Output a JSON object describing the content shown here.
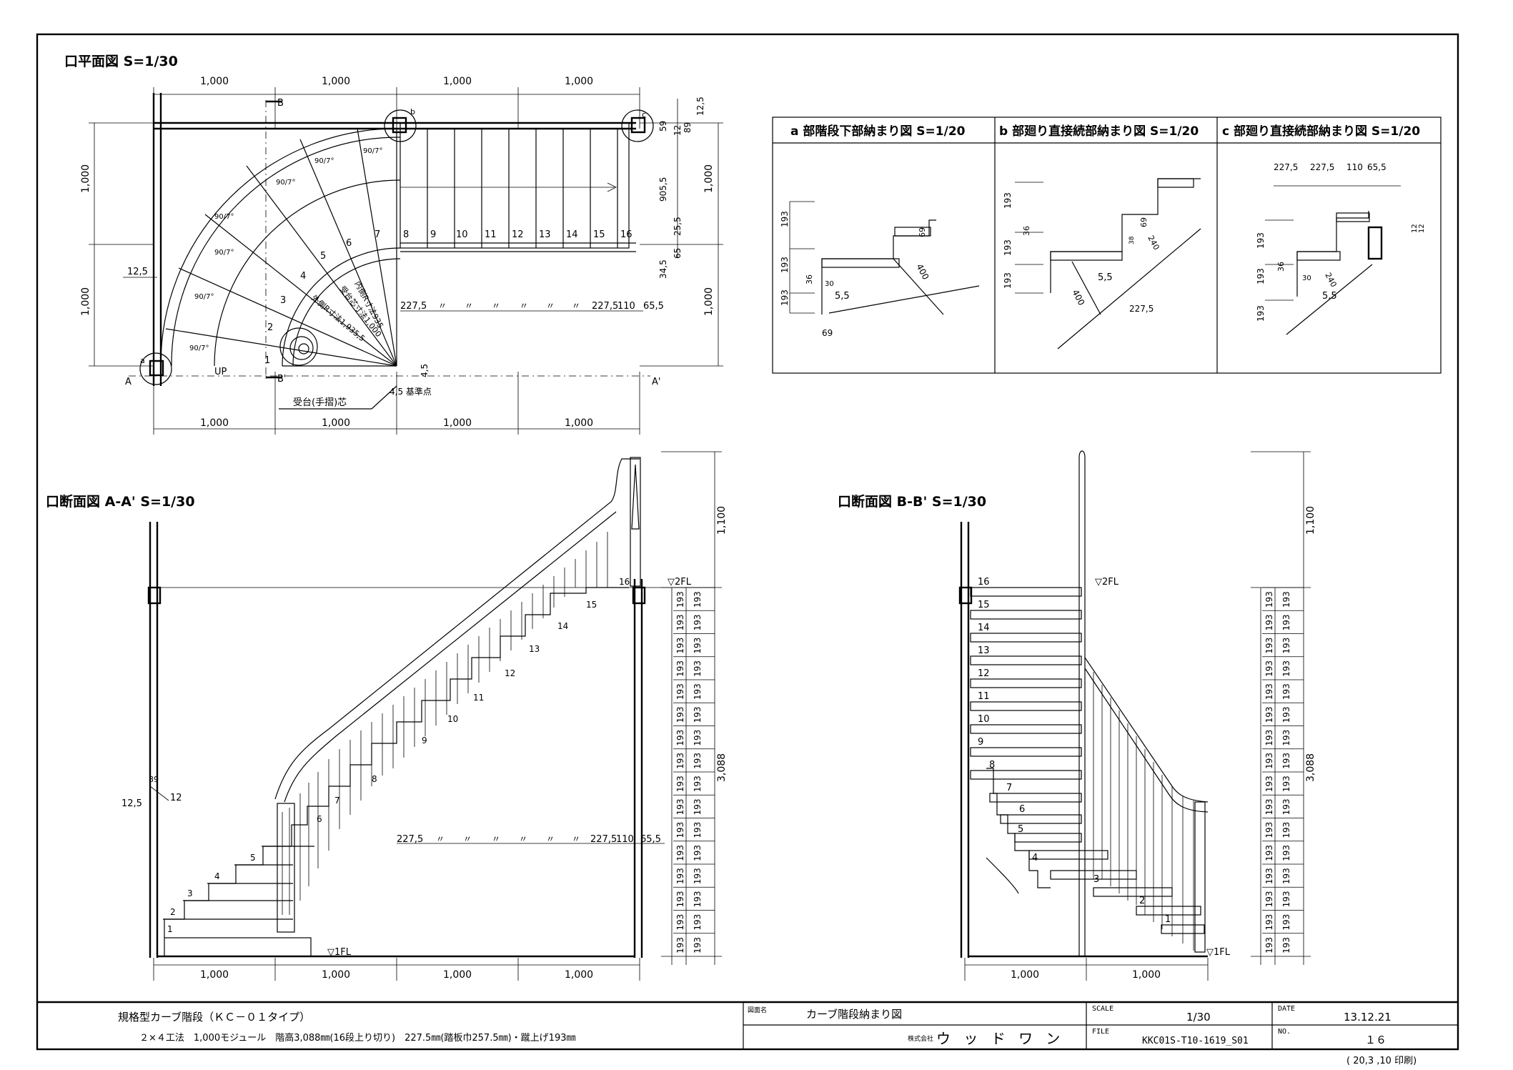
{
  "plan": {
    "title": "口平面図 S=1/30",
    "dims_top": [
      "1,000",
      "1,000",
      "1,000",
      "1,000"
    ],
    "dims_bottom": [
      "1,000",
      "1,000",
      "1,000",
      "1,000"
    ],
    "dims_left": [
      "1,000",
      "1,000"
    ],
    "dims_right": [
      "1,000",
      "1,000"
    ],
    "right_small": [
      "12,5",
      "89",
      "12",
      "59",
      "905,5",
      "25,5",
      "65",
      "34,5"
    ],
    "left_small": "12,5",
    "tread_row": [
      "227,5",
      "〃",
      "〃",
      "〃",
      "〃",
      "〃",
      "〃",
      "227,5",
      "110",
      "65,5"
    ],
    "step_numbers": [
      "1",
      "2",
      "3",
      "4",
      "5",
      "6",
      "7",
      "8",
      "9",
      "10",
      "11",
      "12",
      "13",
      "14",
      "15",
      "16"
    ],
    "winder_angle": "90/7°",
    "radius_labels": [
      "内側R寸法935",
      "受台芯寸法1,000",
      "外側R寸法1,935,5"
    ],
    "section_marks": [
      "A",
      "A'",
      "B",
      "B'"
    ],
    "callout_letters": [
      "a",
      "b",
      "c"
    ],
    "up_label": "UP",
    "dim_45": "4,5",
    "base_point": "4,5 基準点",
    "support_center": "受台(手摺)芯"
  },
  "details": {
    "a": {
      "title": "a 部階段下部納まり図 S=1/20",
      "labels": [
        "193",
        "193",
        "193",
        "36",
        "69",
        "400",
        "30",
        "5,5",
        "69"
      ]
    },
    "b": {
      "title": "b 部廻り直接続部納まり図 S=1/20",
      "labels": [
        "193",
        "36",
        "193",
        "193",
        "69",
        "240",
        "400",
        "5,5",
        "227,5",
        "38"
      ]
    },
    "c": {
      "title": "c 部廻り直接続部納まり図 S=1/20",
      "labels": [
        "227,5",
        "227,5",
        "110",
        "65,5",
        "193",
        "36",
        "193",
        "193",
        "240",
        "12",
        "12",
        "5,5",
        "30"
      ]
    }
  },
  "sectionA": {
    "title": "口断面図 A-A' S=1/30",
    "dims_bottom": [
      "1,000",
      "1,000",
      "1,000",
      "1,000"
    ],
    "height_total": "3,088",
    "height_top": "1,100",
    "riser": "193",
    "riser_count": 16,
    "left_small": [
      "12,5",
      "89",
      "12"
    ],
    "tread_row": [
      "227,5",
      "〃",
      "〃",
      "〃",
      "〃",
      "〃",
      "〃",
      "227,5",
      "110",
      "65,5"
    ],
    "fl1": "▽1FL",
    "fl2": "▽2FL",
    "step_numbers": [
      "1",
      "2",
      "3",
      "4",
      "5",
      "6",
      "7",
      "8",
      "9",
      "10",
      "11",
      "12",
      "13",
      "14",
      "15",
      "16"
    ]
  },
  "sectionB": {
    "title": "口断面図 B-B' S=1/30",
    "dims_bottom": [
      "1,000",
      "1,000"
    ],
    "height_total": "3,088",
    "height_top": "1,100",
    "riser": "193",
    "riser_count": 16,
    "fl1": "▽1FL",
    "fl2": "▽2FL",
    "step_numbers": [
      "1",
      "2",
      "3",
      "4",
      "5",
      "6",
      "7",
      "8",
      "9",
      "10",
      "11",
      "12",
      "13",
      "14",
      "15",
      "16"
    ]
  },
  "titleblock": {
    "product": "規格型カーブ階段（ＫＣ－０１タイプ）",
    "spec": "２×４工法　1,000モジュール　階高3,088㎜(16段上り切り)　227.5㎜(踏板巾257.5㎜)・蹴上げ193㎜",
    "drawing_label": "図面名",
    "drawing_name": "カーブ階段納まり図",
    "company_label": "株式会社",
    "company": "ウ ッ ド ワ ン",
    "scale_label": "SCALE",
    "scale": "1/30",
    "file_label": "FILE",
    "file": "KKC01S-T10-1619_S01",
    "date_label": "DATE",
    "date": "13.12.21",
    "no_label": "NO.",
    "no": "１６",
    "printed": "( 20,3 ,10 印刷)"
  }
}
